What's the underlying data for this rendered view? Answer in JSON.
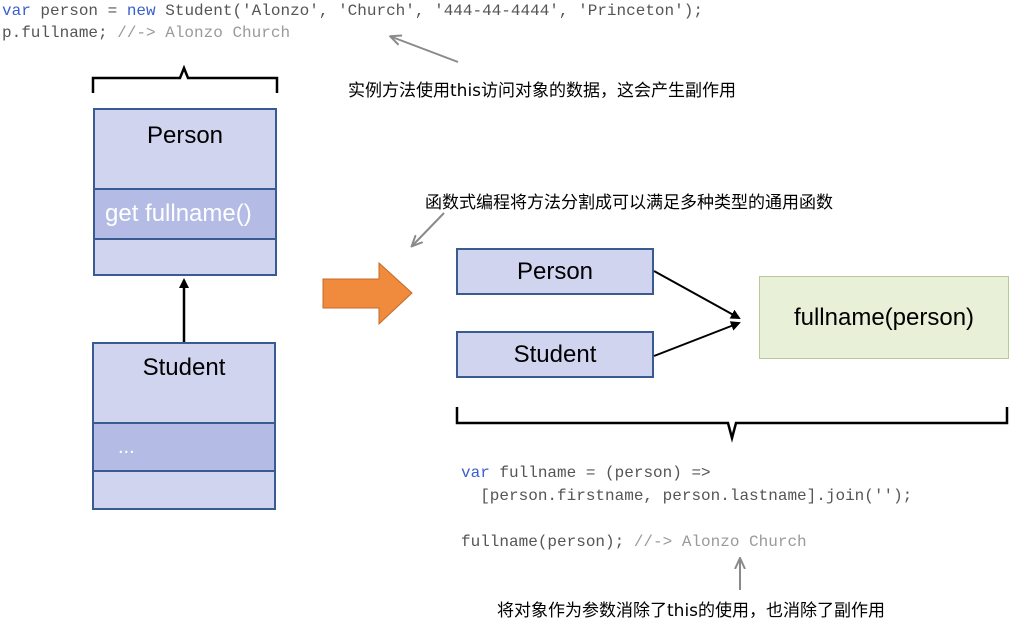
{
  "code_top": {
    "line1_kw": "var",
    "line1_mid": " person = ",
    "line1_kw2": "new",
    "line1_rest": " Student('Alonzo', 'Church', '444-44-4444', 'Princeton');",
    "line2_code": "p.fullname; ",
    "line2_comment": "//-> Alonzo Church"
  },
  "note_top": "实例方法使用this访问对象的数据，这会产生副作用",
  "note_middle": "函数式编程将方法分割成可以满足多种类型的通用函数",
  "note_bottom": "将对象作为参数消除了this的使用，也消除了副作用",
  "left": {
    "person_title": "Person",
    "person_method": "get fullname()",
    "student_title": "Student",
    "student_body": "..."
  },
  "right": {
    "person_label": "Person",
    "student_label": "Student",
    "function_label": "fullname(person)"
  },
  "code_bottom": {
    "line1_kw": "var",
    "line1_rest": " fullname = (person) =>",
    "line2": "  [person.firstname, person.lastname].join('');",
    "line3_code": "fullname(person); ",
    "line3_comment": "//-> Alonzo Church"
  },
  "colors": {
    "class_box_fill": "#d0d4ef",
    "class_box_border": "#3a5a92",
    "function_box_fill": "#e9f0d8",
    "transform_arrow": "#f08a3c"
  }
}
